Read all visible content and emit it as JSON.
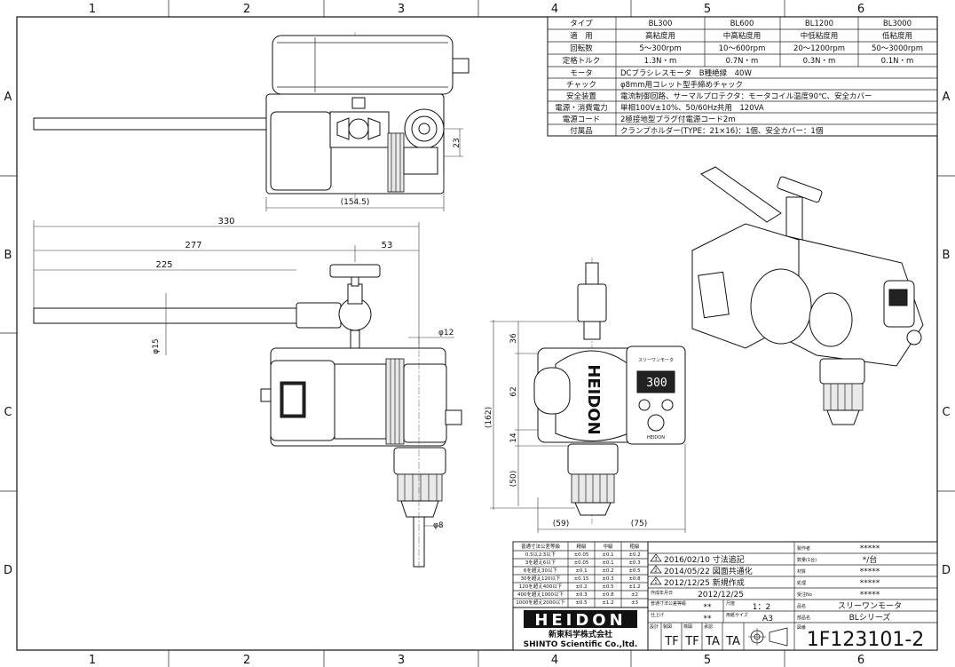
{
  "grid": {
    "columns": [
      "1",
      "2",
      "3",
      "4",
      "5",
      "6"
    ],
    "rows": [
      "A",
      "B",
      "C",
      "D"
    ]
  },
  "spec_table": {
    "headers": [
      "タイプ",
      "BL300",
      "BL600",
      "BL1200",
      "BL3000"
    ],
    "rows": [
      {
        "label": "適　用",
        "cells": [
          "高粘度用",
          "中高粘度用",
          "中低粘度用",
          "低粘度用"
        ]
      },
      {
        "label": "回転数",
        "cells": [
          "5～300rpm",
          "10～600rpm",
          "20～1200rpm",
          "50～3000rpm"
        ]
      },
      {
        "label": "定格トルク",
        "cells": [
          "1.3N・m",
          "0.7N・m",
          "0.3N・m",
          "0.1N・m"
        ]
      }
    ],
    "wide_rows": [
      {
        "label": "モータ",
        "value": "DCブラシレスモータ　B種絶縁　40W"
      },
      {
        "label": "チャック",
        "value": "φ8mm用コレット型手締めチャック"
      },
      {
        "label": "安全装置",
        "value": "電流制御回路、サーマルプロテクタ：モータコイル温度90℃、安全カバー"
      },
      {
        "label": "電源・消費電力",
        "value": "単相100V±10%、50/60Hz共用　120VA"
      },
      {
        "label": "電源コード",
        "value": "2極接地型プラグ付電源コード2m"
      },
      {
        "label": "付属品",
        "value": "クランプホルダー(TYPE：21×16)：1個、安全カバー：1個"
      }
    ]
  },
  "dimensions": {
    "top_width": "(154.5)",
    "top_side": "23",
    "d330": "330",
    "d277": "277",
    "d53": "53",
    "d225": "225",
    "phi15": "φ15",
    "phi12": "φ12",
    "phi8": "φ8",
    "h162": "(162)",
    "h36": "36",
    "h62": "62",
    "h14": "14",
    "h50": "(50)",
    "w59": "(59)",
    "w75": "(75)"
  },
  "panel": {
    "display": "300",
    "brand_small": "HEIDON",
    "label_small": "スリーワンモータ"
  },
  "tolerance_table": {
    "headers": [
      "普通寸法公差等級",
      "精級",
      "中級",
      "粗級"
    ],
    "rows": [
      [
        "0.5以上3以下",
        "±0.05",
        "±0.1",
        "±0.2"
      ],
      [
        "3を超え6以下",
        "±0.05",
        "±0.1",
        "±0.3"
      ],
      [
        "6を超え30以下",
        "±0.1",
        "±0.2",
        "±0.5"
      ],
      [
        "30を超え120以下",
        "±0.15",
        "±0.3",
        "±0.8"
      ],
      [
        "120を超え400以下",
        "±0.2",
        "±0.5",
        "±1.2"
      ],
      [
        "400を超え1000以下",
        "±0.3",
        "±0.8",
        "±2"
      ],
      [
        "1000を超え2000以下",
        "±0.5",
        "±1.2",
        "±3"
      ]
    ]
  },
  "revisions": [
    {
      "mark": "3",
      "text": "2016/02/10 寸法追記"
    },
    {
      "mark": "2",
      "text": "2014/05/22 図面共通化"
    },
    {
      "mark": "1",
      "text": "2012/12/25 新規作成"
    }
  ],
  "title_block": {
    "created_label": "作成年月日",
    "created_date": "2012/12/25",
    "tol_grade_label": "普通寸法公差等級",
    "tol_grade_value": "**",
    "scale_label": "尺度",
    "scale_value": "1：2",
    "finish_label": "仕上げ",
    "finish_value": "**",
    "sheet_label": "用紙サイズ",
    "sheet_value": "A3",
    "design_label": "設計",
    "design_value": "TF",
    "draw_label": "製図",
    "draw_value": "TF",
    "check_label": "検図",
    "check_value": "TA",
    "approve_label": "承認",
    "approve_value": "TA",
    "maker_label": "製作者",
    "maker_value": "*****",
    "qty_label": "数量(1台)",
    "qty_value": "*/台",
    "material_label": "材質",
    "material_value": "*****",
    "treatment_label": "処理",
    "treatment_value": "*****",
    "order_label": "受注No",
    "order_value": "*****",
    "product_label": "品名",
    "product_value": "スリーワンモータ",
    "part_label": "部品名",
    "part_value": "BLシリーズ",
    "drawing_no_label": "図番",
    "drawing_no": "1F123101-2",
    "logo": "HEIDON",
    "company_jp": "新東科学株式会社",
    "company_en": "SHINTO Scientific Co.,ltd."
  }
}
